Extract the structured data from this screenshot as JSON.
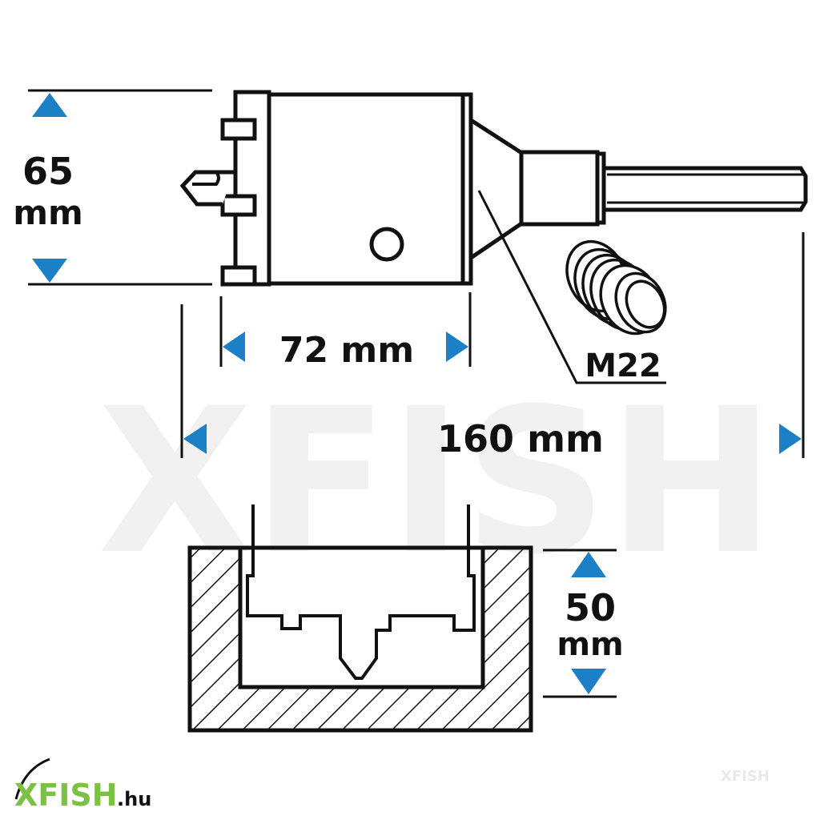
{
  "dimensions": {
    "diameter": {
      "value": "65",
      "unit": "mm"
    },
    "body_length": "72 mm",
    "total_length": "160 mm",
    "cut_depth": {
      "value": "50",
      "unit": "mm"
    },
    "thread": "M22"
  },
  "watermark": "XFISH",
  "logo": {
    "brand": "XFISH",
    "tld": ".hu"
  },
  "colors": {
    "arrow": "#1b80c6",
    "line": "#111111",
    "logo_green": "#7cc242",
    "watermark": "#f1f1f1"
  }
}
